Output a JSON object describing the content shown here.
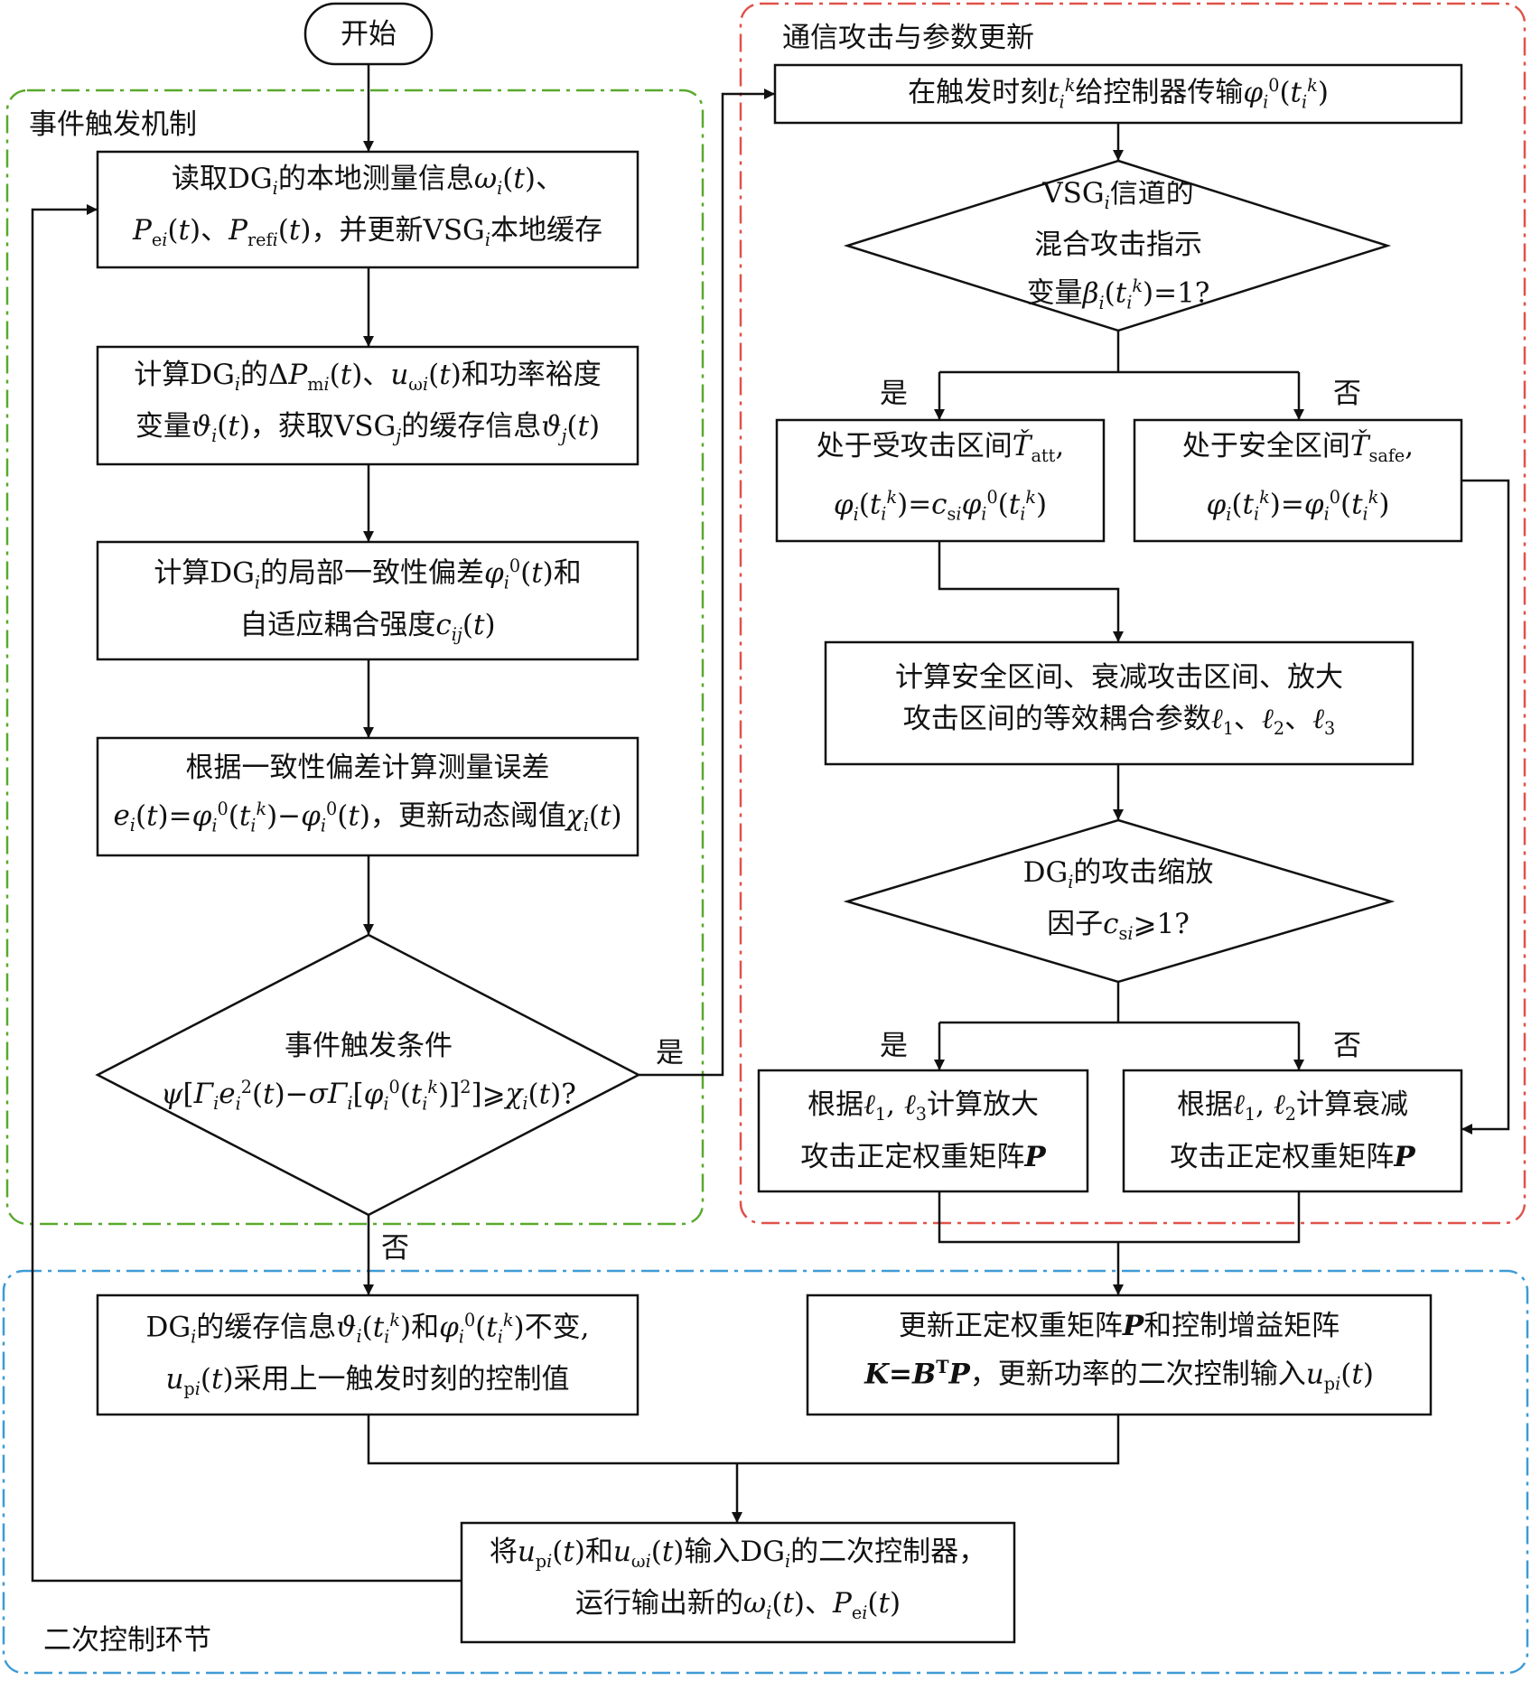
{
  "groups": {
    "event": "事件触发机制",
    "attack": "通信攻击与参数更新",
    "secondary": "二次控制环节"
  },
  "nodes": {
    "start": "开始",
    "read": [
      "读取DG<sub><i>i</i></sub>的本地测量信息<i>ω<sub>i</sub></i>(<i>t</i>)、",
      "<i>P</i><sub>e<i>i</i></sub>(<i>t</i>)、<i>P</i><sub>ref<i>i</i></sub>(<i>t</i>)，并更新VSG<sub><i>i</i></sub>本地缓存"
    ],
    "calc_margin": [
      "计算DG<sub><i>i</i></sub>的Δ<i>P</i><sub>m<i>i</i></sub>(<i>t</i>)、<i>u</i><sub>ω<i>i</i></sub>(<i>t</i>)和功率裕度",
      "变量<i>ϑ<sub>i</sub></i>(<i>t</i>)，获取VSG<sub><i>j</i></sub>的缓存信息<i>ϑ<sub>j</sub></i>(<i>t</i>)"
    ],
    "calc_consensus": [
      "计算DG<sub><i>i</i></sub>的局部一致性偏差<i>φ</i><sub><i>i</i></sub><sup>0</sup>(<i>t</i>)和",
      "自适应耦合强度<i>c<sub>ij</sub></i>(<i>t</i>)"
    ],
    "calc_error": [
      "根据一致性偏差计算测量误差",
      "<i>e<sub>i</sub></i>(<i>t</i>)=<i>φ</i><sub><i>i</i></sub><sup>0</sup>(<i>t</i><sub><i>i</i></sub><sup><i>k</i></sup>)−<i>φ</i><sub><i>i</i></sub><sup>0</sup>(<i>t</i>)，更新动态阈值<i>χ<sub>i</sub></i>(<i>t</i>)"
    ],
    "trigger_cond": [
      "事件触发条件",
      "<i>ψ</i>[<i>Γ<sub>i</sub>e</i><sub><i>i</i></sub><sup>2</sup>(<i>t</i>)−<i>σΓ<sub>i</sub></i>[<i>φ</i><sub><i>i</i></sub><sup>0</sup>(<i>t</i><sub><i>i</i></sub><sup><i>k</i></sup>)]<sup>2</sup>]⩾<i>χ<sub>i</sub></i>(<i>t</i>)?"
    ],
    "transmit": [
      "在触发时刻<i>t</i><sub><i>i</i></sub><sup><i>k</i></sup>给控制器传输<i>φ</i><sub><i>i</i></sub><sup>0</sup>(<i>t</i><sub><i>i</i></sub><sup><i>k</i></sup>)"
    ],
    "attack_cond": [
      "VSG<sub><i>i</i></sub>信道的",
      "混合攻击指示",
      "变量<i>β<sub>i</sub></i>(<i>t</i><sub><i>i</i></sub><sup><i>k</i></sup>)=1?"
    ],
    "attacked": [
      "处于受攻击区间<i>Ť</i><sub>att</sub>,",
      "<i>φ<sub>i</sub></i>(<i>t</i><sub><i>i</i></sub><sup><i>k</i></sup>)=<i>c</i><sub>s<i>i</i></sub><i>φ</i><sub><i>i</i></sub><sup>0</sup>(<i>t</i><sub><i>i</i></sub><sup><i>k</i></sup>)"
    ],
    "safe": [
      "处于安全区间<i>Ť</i><sub>safe</sub>,",
      "<i>φ<sub>i</sub></i>(<i>t</i><sub><i>i</i></sub><sup><i>k</i></sup>)=<i>φ</i><sub><i>i</i></sub><sup>0</sup>(<i>t</i><sub><i>i</i></sub><sup><i>k</i></sup>)"
    ],
    "calc_params": [
      "计算安全区间、衰减攻击区间、放大",
      "攻击区间的等效耦合参数<i>ℓ</i><sub>1</sub>、<i>ℓ</i><sub>2</sub>、<i>ℓ</i><sub>3</sub>"
    ],
    "scale_cond": [
      "DG<sub><i>i</i></sub>的攻击缩放",
      "因子<i>c</i><sub>s<i>i</i></sub>⩾1?"
    ],
    "amplify": [
      "根据<i>ℓ</i><sub>1</sub>, <i>ℓ</i><sub>3</sub>计算放大",
      "攻击正定权重矩阵<b><i>P</i></b>"
    ],
    "attenuate": [
      "根据<i>ℓ</i><sub>1</sub>, <i>ℓ</i><sub>2</sub>计算衰减",
      "攻击正定权重矩阵<b><i>P</i></b>"
    ],
    "hold": [
      "DG<sub><i>i</i></sub>的缓存信息<i>ϑ<sub>i</sub></i>(<i>t</i><sub><i>i</i></sub><sup><i>k</i></sup>)和<i>φ</i><sub><i>i</i></sub><sup>0</sup>(<i>t</i><sub><i>i</i></sub><sup><i>k</i></sup>)不变,",
      "<i>u</i><sub>p<i>i</i></sub>(<i>t</i>)采用上一触发时刻的控制值"
    ],
    "update_gain": [
      "更新正定权重矩阵<b><i>P</i></b>和控制增益矩阵",
      "<b><i>K</i>=<i>B</i></b><sup><b>T</b></sup><b><i>P</i></b>，更新功率的二次控制输入<i>u</i><sub>p<i>i</i></sub>(<i>t</i>)"
    ],
    "output": [
      "将<i>u</i><sub>p<i>i</i></sub>(<i>t</i>)和<i>u</i><sub>ω<i>i</i></sub>(<i>t</i>)输入DG<sub><i>i</i></sub>的二次控制器，",
      "运行输出新的<i>ω<sub>i</sub></i>(<i>t</i>)、<i>P</i><sub>e<i>i</i></sub>(<i>t</i>)"
    ]
  },
  "edge_labels": {
    "trigger_yes": "是",
    "trigger_no": "否",
    "attack_yes": "是",
    "attack_no": "否",
    "scale_yes": "是",
    "scale_no": "否"
  },
  "colors": {
    "event_border": "#5aa92c",
    "attack_border": "#e0524a",
    "secondary_border": "#3f9bd6",
    "line": "#111111"
  }
}
